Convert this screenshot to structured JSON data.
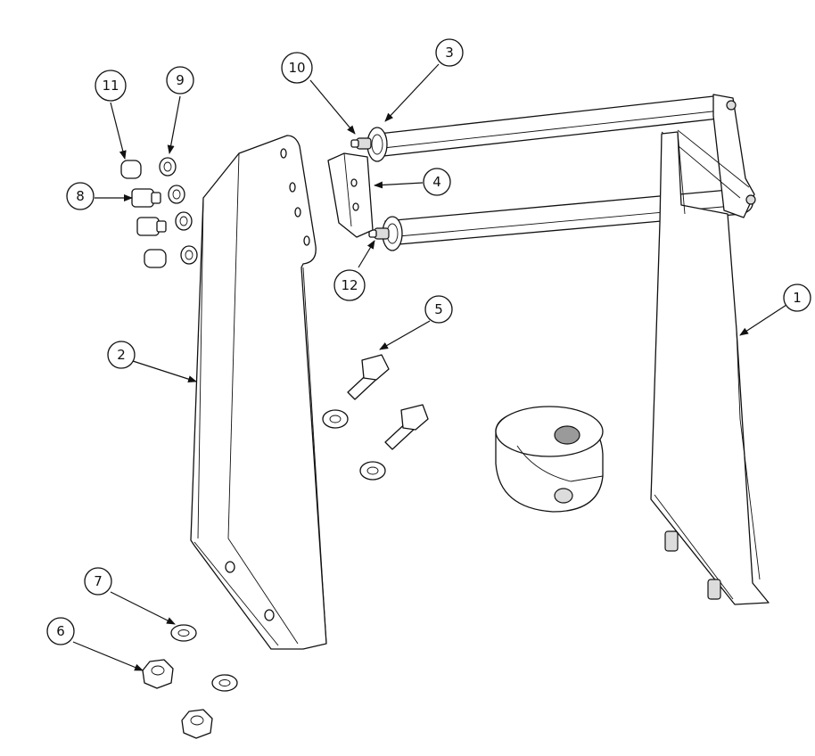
{
  "balloons": [
    {
      "id": "1",
      "label": "1"
    },
    {
      "id": "2",
      "label": "2"
    },
    {
      "id": "3",
      "label": "3"
    },
    {
      "id": "4",
      "label": "4"
    },
    {
      "id": "5",
      "label": "5"
    },
    {
      "id": "6",
      "label": "6"
    },
    {
      "id": "7",
      "label": "7"
    },
    {
      "id": "8",
      "label": "8"
    },
    {
      "id": "9",
      "label": "9"
    },
    {
      "id": "10",
      "label": "10"
    },
    {
      "id": "11",
      "label": "11"
    },
    {
      "id": "12",
      "label": "12"
    }
  ]
}
